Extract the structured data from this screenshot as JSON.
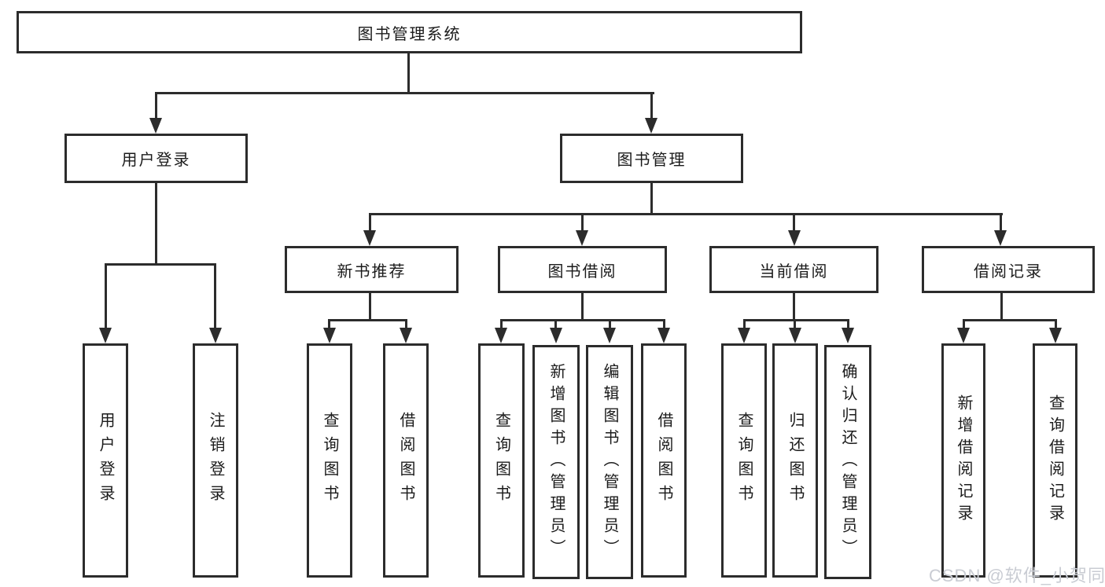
{
  "tree": {
    "label": "图书管理系统",
    "children": [
      {
        "label": "用户登录",
        "children": [
          {
            "label": "用户登录"
          },
          {
            "label": "注销登录"
          }
        ]
      },
      {
        "label": "图书管理",
        "children": [
          {
            "label": "新书推荐",
            "children": [
              {
                "label": "查询图书"
              },
              {
                "label": "借阅图书"
              }
            ]
          },
          {
            "label": "图书借阅",
            "children": [
              {
                "label": "查询图书"
              },
              {
                "label": "新增图书（管理员）"
              },
              {
                "label": "编辑图书（管理员）"
              },
              {
                "label": "借阅图书"
              }
            ]
          },
          {
            "label": "当前借阅",
            "children": [
              {
                "label": "查询图书"
              },
              {
                "label": "归还图书"
              },
              {
                "label": "确认归还（管理员）"
              }
            ]
          },
          {
            "label": "借阅记录",
            "children": [
              {
                "label": "新增借阅记录"
              },
              {
                "label": "查询借阅记录"
              }
            ]
          }
        ]
      }
    ]
  },
  "watermark": {
    "text": "CSDN @软件_小贺同学"
  },
  "colors": {
    "line": "#2c2c2c",
    "text": "#1b1b1b",
    "background": "#ffffff",
    "watermark": "#c9ccd3"
  }
}
